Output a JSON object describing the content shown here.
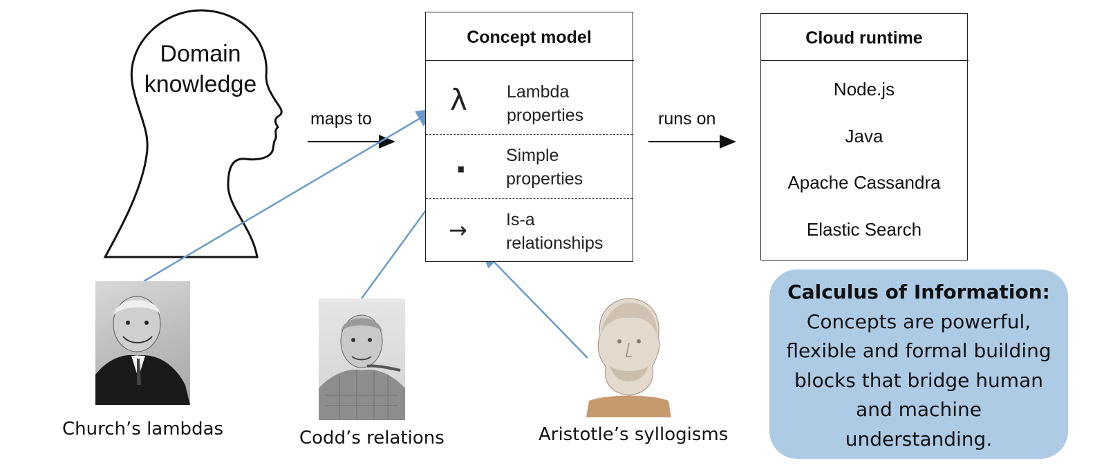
{
  "head": {
    "label_line1": "Domain",
    "label_line2": "knowledge"
  },
  "edges": {
    "maps_to": "maps to",
    "runs_on": "runs on"
  },
  "concept_model": {
    "title": "Concept model",
    "rows": [
      {
        "symbol": "λ",
        "line1": "Lambda",
        "line2": "properties"
      },
      {
        "symbol": "·",
        "line1": "Simple",
        "line2": "properties"
      },
      {
        "symbol": "→",
        "line1": "Is-a",
        "line2": "relationships"
      }
    ]
  },
  "cloud_runtime": {
    "title": "Cloud runtime",
    "items": [
      "Node.js",
      "Java",
      "Apache Cassandra",
      "Elastic Search"
    ]
  },
  "influences": [
    {
      "caption": "Church’s lambdas"
    },
    {
      "caption": "Codd’s relations"
    },
    {
      "caption": "Aristotle’s syllogisms"
    }
  ],
  "callout": {
    "title": "Calculus of Information:",
    "body": "Concepts are powerful, flexible and formal building blocks that bridge human and machine understanding."
  },
  "colors": {
    "connector": "#6a9bcb",
    "callout_bg": "#aecbe6",
    "outline": "#111111"
  }
}
